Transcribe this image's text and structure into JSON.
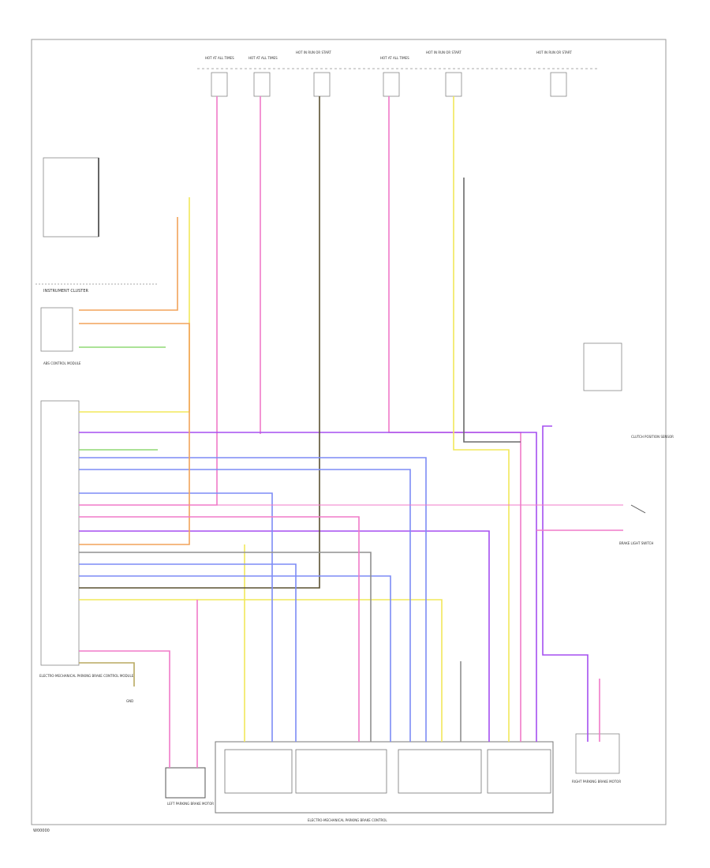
{
  "footer": {
    "left_code": "W00000",
    "bottom_label": "ELECTRO-MECHANICAL PARKING BRAKE CONTROL"
  },
  "left_components": {
    "instrument_cluster": "INSTRUMENT CLUSTER",
    "abs_module": "ABS CONTROL MODULE",
    "epb_module": "ELECTRO-MECHANICAL PARKING BRAKE CONTROL MODULE",
    "left_motor": "LEFT PARKING BRAKE MOTOR",
    "ground": "GND"
  },
  "right_components": {
    "clutch_sensor": "CLUTCH POSITION SENSOR",
    "right_motor": "RIGHT PARKING BRAKE MOTOR",
    "brake_switch": "BRAKE LIGHT SWITCH"
  },
  "top_feeds": [
    "HOT AT ALL TIMES",
    "HOT AT ALL TIMES",
    "HOT IN RUN OR START",
    "HOT AT ALL TIMES",
    "HOT IN RUN OR START",
    "HOT IN RUN OR START"
  ],
  "colors": {
    "pink": "#f07ac8",
    "purple": "#a54ff0",
    "blue": "#7d8cf5",
    "yellow": "#f2e85a",
    "orange": "#f2a35a",
    "olive": "#b8a860",
    "gray": "#909090",
    "green": "#8fd873",
    "dark": "#5a5030"
  }
}
